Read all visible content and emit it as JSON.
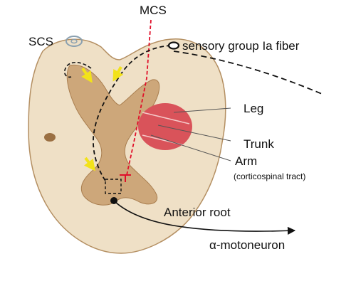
{
  "labels": {
    "mcs": "MCS",
    "scs": "SCS",
    "sensory_fiber": "sensory group Ia fiber",
    "leg": "Leg",
    "trunk": "Trunk",
    "arm": "Arm",
    "tract": "(corticospinal tract)",
    "anterior_root": "Anterior root",
    "motoneuron": "α-motoneuron"
  },
  "colors": {
    "white_matter": "#efe0c6",
    "gray_matter": "#cda77a",
    "tract_fill": "#d9535a",
    "mcs_line": "#e0102a",
    "pathway_line": "#111111",
    "arrow": "#f2e21a",
    "scs_electrode": "#8aa0b0"
  }
}
